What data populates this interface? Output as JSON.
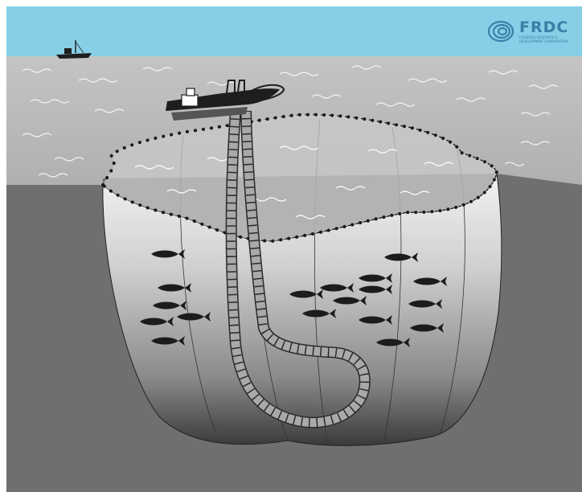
{
  "logo": {
    "wordmark": "FRDC",
    "subtitle": "FISHERIES RESEARCH & DEVELOPMENT CORPORATION",
    "icon": "frdc-swirl-icon",
    "color": "#3a7fa8"
  },
  "colors": {
    "sky": "#87cfe6",
    "sea_surface": "#b8b8b8",
    "deep_water": "#6f6f6f",
    "net_light": "#ededed",
    "net_dark": "#3a3a3a",
    "fish": "#1c1c1c"
  },
  "elements": {
    "distant_boat": "distant-fishing-boat",
    "purse_seiner": "purse-seiner-vessel",
    "net": "purse-seine-net",
    "pump_hose": "fish-pump-hose",
    "fish_school": "fish-school"
  }
}
